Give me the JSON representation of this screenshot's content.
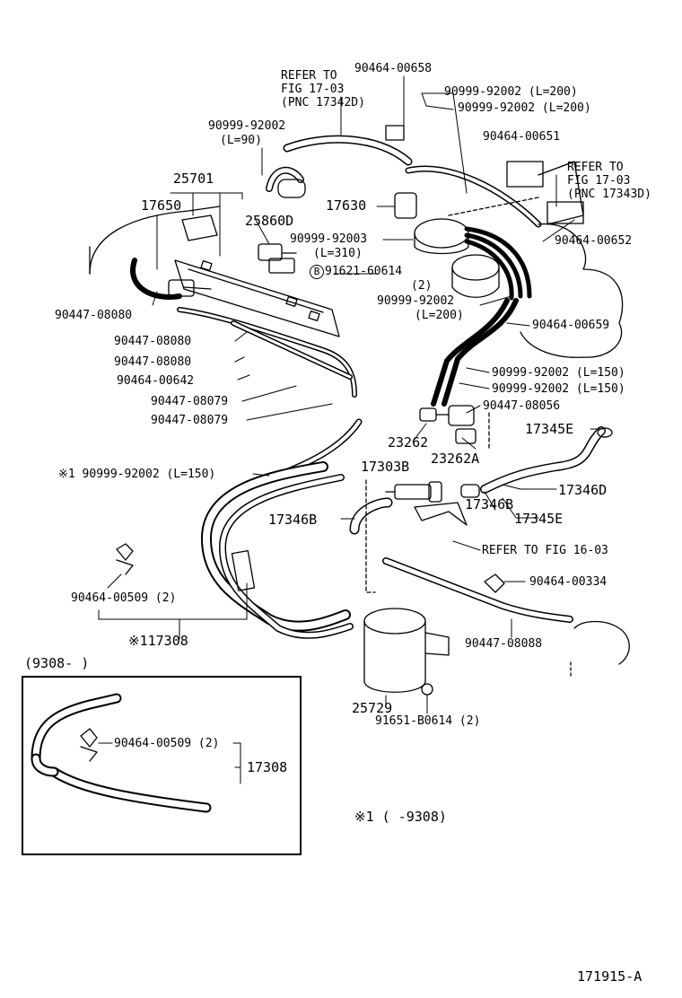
{
  "diagram": {
    "footer_code": "171915-A",
    "note_label": "※1  (     -9308)",
    "inset_title": "(9308-     )",
    "b_marker": "B"
  },
  "labels": {
    "refer_17_03a_l1": "REFER TO",
    "refer_17_03a_l2": "FIG 17-03",
    "refer_17_03a_l3": "(PNC 17342D)",
    "p_90464_00658": "90464-00658",
    "p_90999_92002_200a": "90999-92002 (L=200)",
    "p_90999_92002_200b": "90999-92002 (L=200)",
    "p_90999_92002_90_l1": "90999-92002",
    "p_90999_92002_90_l2": "(L=90)",
    "p_90464_00651": "90464-00651",
    "refer_17_03b_l1": "REFER TO",
    "refer_17_03b_l2": "FIG 17-03",
    "refer_17_03b_l3": "(PNC 17343D)",
    "p_25701": "25701",
    "p_17650": "17650",
    "p_17630": "17630",
    "p_25860d": "25860D",
    "p_90999_92003": "90999-92003",
    "p_l310": "(L=310)",
    "p_90464_00652": "90464-00652",
    "p_91621_60614": "91621-60614",
    "p_qty2": "(2)",
    "p_90447_08080a": "90447-08080",
    "p_90999_92002_200c_l1": "90999-92002",
    "p_90999_92002_200c_l2": "(L=200)",
    "p_90447_08080b": "90447-08080",
    "p_90464_00659": "90464-00659",
    "p_90447_08080c": "90447-08080",
    "p_90464_00642": "90464-00642",
    "p_90999_92002_150a": "90999-92002 (L=150)",
    "p_90999_92002_150b": "90999-92002 (L=150)",
    "p_90447_08079a": "90447-08079",
    "p_90447_08056": "90447-08056",
    "p_90447_08079b": "90447-08079",
    "p_17345e_a": "17345E",
    "p_23262": "23262",
    "p_23262a": "23262A",
    "p_17303b": "17303B",
    "p_star1_150": "※1 90999-92002 (L=150)",
    "p_17346d": "17346D",
    "p_17346b_a": "17346B",
    "p_17346b_b": "17346B",
    "p_17345e_b": "17345E",
    "refer_16_03": "REFER TO FIG 16-03",
    "p_90464_00509a": "90464-00509 (2)",
    "p_90464_00334": "90464-00334",
    "p_star1_17308": "※117308",
    "p_90447_08088": "90447-08088",
    "p_25729": "25729",
    "p_91651_b0614": "91651-B0614 (2)",
    "p_90464_00509b": "90464-00509 (2)",
    "p_17308": "17308"
  }
}
